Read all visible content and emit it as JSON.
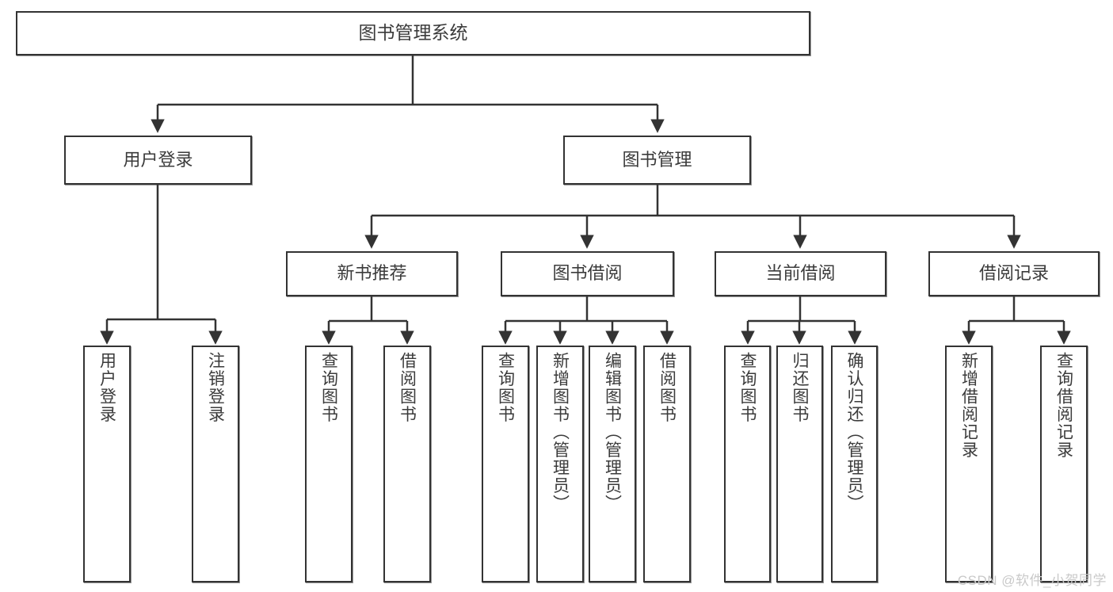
{
  "diagram": {
    "title": "图书管理系统",
    "type": "tree",
    "stroke_color": "#333333",
    "text_color": "#3b3b3b",
    "background_color": "#ffffff"
  },
  "nodes": {
    "root": {
      "label": "图书管理系统"
    },
    "level2": [
      {
        "label": "用户登录"
      },
      {
        "label": "图书管理"
      }
    ],
    "level3": [
      {
        "label": "新书推荐"
      },
      {
        "label": "图书借阅"
      },
      {
        "label": "当前借阅"
      },
      {
        "label": "借阅记录"
      }
    ],
    "leaves": {
      "user_login": [
        {
          "label": "用户登录"
        },
        {
          "label": "注销登录"
        }
      ],
      "new_book_recommend": [
        {
          "label": "查询图书"
        },
        {
          "label": "借阅图书"
        }
      ],
      "book_borrow": [
        {
          "label": "查询图书"
        },
        {
          "label": "新增图书（管理员）"
        },
        {
          "label": "编辑图书（管理员）"
        },
        {
          "label": "借阅图书"
        }
      ],
      "current_borrow": [
        {
          "label": "查询图书"
        },
        {
          "label": "归还图书"
        },
        {
          "label": "确认归还（管理员）"
        }
      ],
      "borrow_record": [
        {
          "label": "新增借阅记录"
        },
        {
          "label": "查询借阅记录"
        }
      ]
    }
  },
  "watermark": {
    "text": "CSDN @软件_小贺同学"
  }
}
